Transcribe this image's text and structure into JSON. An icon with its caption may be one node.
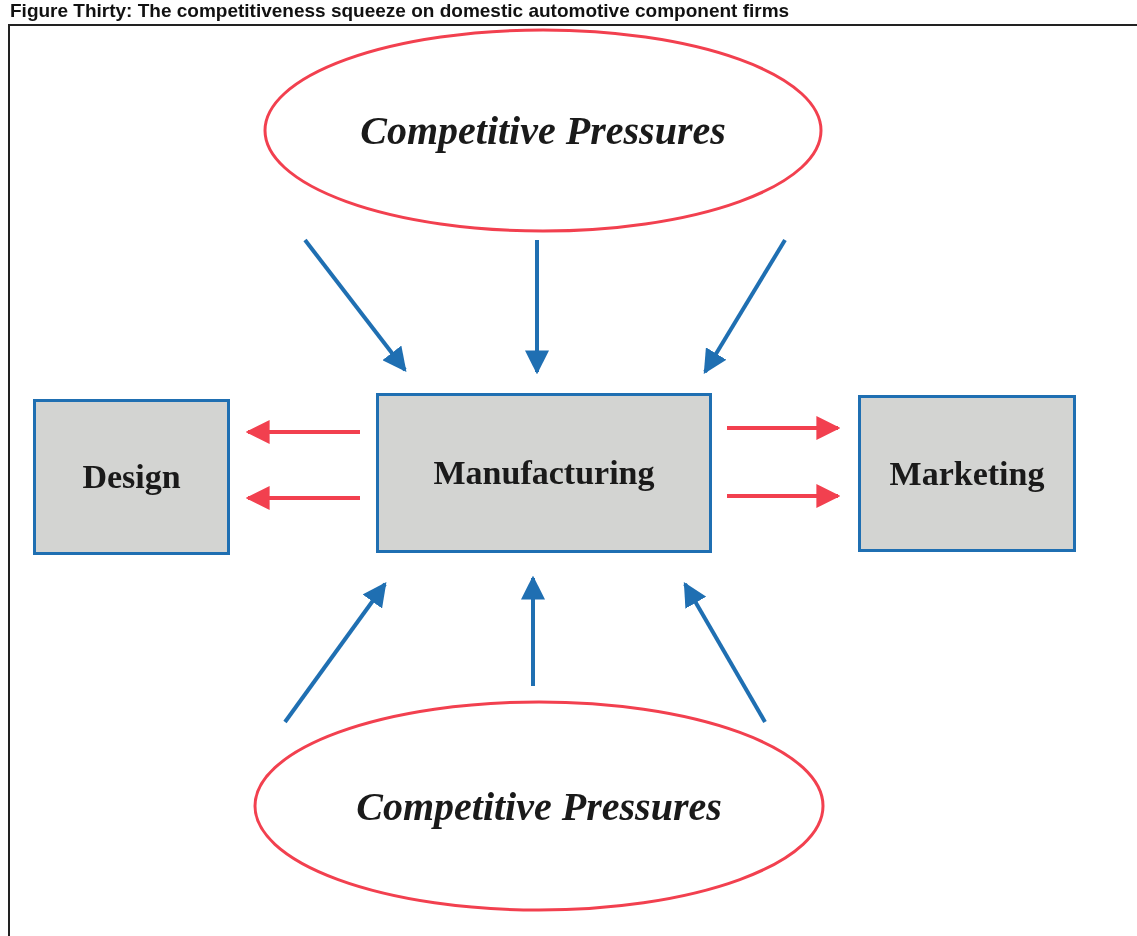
{
  "diagram": {
    "title": "Figure Thirty: The competitiveness squeeze on domestic automotive component firms",
    "nodes": [
      {
        "text": [
          "Competitive Pressures"
        ]
      },
      {
        "text": [
          "Design"
        ]
      },
      {
        "text": [
          "Manufacturing"
        ]
      },
      {
        "text": [
          "Marketing"
        ]
      },
      {
        "text": [
          "Competitive Pressures"
        ]
      }
    ],
    "edges": [
      {
        "from": 0,
        "to": 2,
        "arrow": "to"
      },
      {
        "from": 0,
        "to": 2,
        "arrow": "to"
      },
      {
        "from": 0,
        "to": 2,
        "arrow": "to"
      },
      {
        "from": 2,
        "to": 1,
        "arrow": "to",
        "color": "#f2404f"
      },
      {
        "from": 2,
        "to": 1,
        "arrow": "to",
        "color": "#f2404f"
      },
      {
        "from": 2,
        "to": 3,
        "arrow": "to",
        "color": "#f2404f"
      },
      {
        "from": 2,
        "to": 3,
        "arrow": "to",
        "color": "#f2404f"
      },
      {
        "from": 4,
        "to": 2,
        "arrow": "to"
      },
      {
        "from": 4,
        "to": 2,
        "arrow": "to"
      },
      {
        "from": 4,
        "to": 2,
        "arrow": "to"
      }
    ]
  }
}
